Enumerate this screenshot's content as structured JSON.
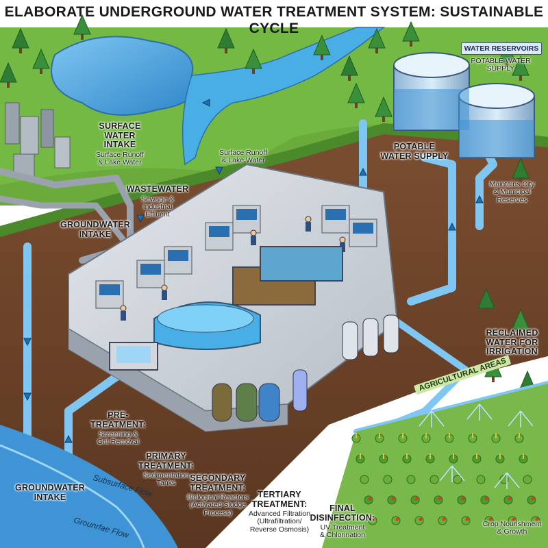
{
  "title": "ELABORATE UNDERGROUND WATER TREATMENT SYSTEM: SUSTAINABLE CYCLE",
  "reservoirs": {
    "badge": "WATER RESERVOIRS",
    "top_note": [
      "POTABLE WATER",
      "SUPPLY"
    ],
    "potable_supply": [
      "POTABLE",
      "WATER SUPPLY"
    ],
    "maintains": [
      "Maintains City",
      "& Municipal",
      "Reserves"
    ]
  },
  "surface_intake": {
    "heading": [
      "SURFACE",
      "WATER",
      "INTAKE"
    ],
    "sub": [
      "Surface Runoff",
      "& Lake Water"
    ]
  },
  "surface_runoff_note": [
    "Surface Runoff",
    "& Lake Water"
  ],
  "wastewater": {
    "heading": [
      "WASTEWATER"
    ],
    "sub": [
      "Sewage &",
      "Industrial",
      "Effluent"
    ]
  },
  "groundwater_intake_top": [
    "GROUNDWATER",
    "INTAKE"
  ],
  "groundwater_intake_bottom": [
    "GROUNDWATER",
    "INTAKE"
  ],
  "reclaimed": [
    "RECLAIMED",
    "WATER FOR",
    "IRRIGATION"
  ],
  "agricultural_areas": "AGRICULTURAL AREAS",
  "crop_note": [
    "Crop Nourishment",
    "& Growth"
  ],
  "subsurface_flow": "Subsurface Flow",
  "groundwater_flow": "Grounrfae Flow",
  "stages": {
    "pre": {
      "heading": [
        "PRE-TREATMENT:"
      ],
      "sub": [
        "Screening &",
        "Grit Removal"
      ]
    },
    "primary": {
      "heading": [
        "PRIMARY",
        "TREATMENT:"
      ],
      "sub": [
        "Sedimentation",
        "Tanks"
      ]
    },
    "secondary": {
      "heading": [
        "SECONDARY",
        "TREATMENT:"
      ],
      "sub": [
        "Biological Reactors",
        "(Activated Sludge",
        "Process)"
      ]
    },
    "tertiary": {
      "heading": [
        "TERTIARY",
        "TREATMENT:"
      ],
      "sub": [
        "Advanced Filtration",
        "(Ultrafiltration/",
        "Reverse Osmosis)"
      ]
    },
    "final": {
      "heading": [
        "FINAL",
        "DISINFECTION:"
      ],
      "sub": [
        "UV Treatment",
        "& Chlorination"
      ]
    }
  },
  "colors": {
    "grass": "#6db33f",
    "soil": "#8a5a3a",
    "soil_dark": "#5e3a22",
    "water": "#3fa3e0",
    "water_light": "#9fd6f5",
    "concrete": "#c7ccd3",
    "pipe": "#a9b1bb",
    "tank": "#bcd9ef"
  },
  "icons": {
    "workers": "worker-icon",
    "control_panels": "control-panel-icon",
    "trees": "tree-icon",
    "flow_arrows": "flow-arrow-icon",
    "sprinklers": "sprinkler-icon"
  }
}
